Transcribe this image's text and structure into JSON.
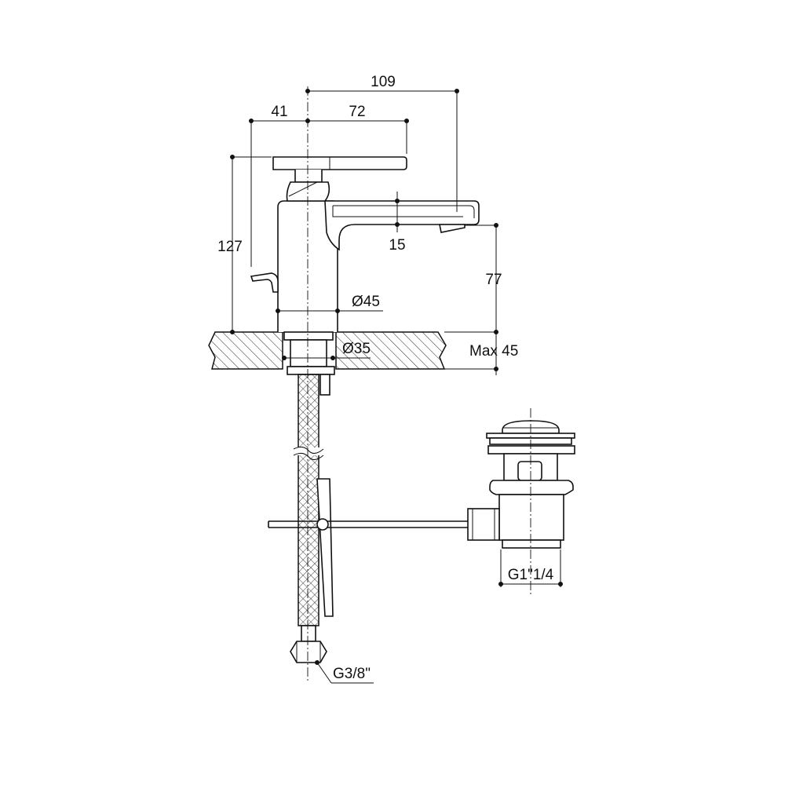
{
  "dimensions": {
    "overall_reach": "109",
    "handle_offset": "41",
    "handle_length": "72",
    "total_height": "127",
    "spout_thickness": "15",
    "spout_height": "77",
    "body_diameter": "Ø45",
    "hole_diameter": "Ø35",
    "max_deck_thickness": "Max 45",
    "waste_thread": "G1\"1/4",
    "hose_thread": "G3/8\""
  }
}
